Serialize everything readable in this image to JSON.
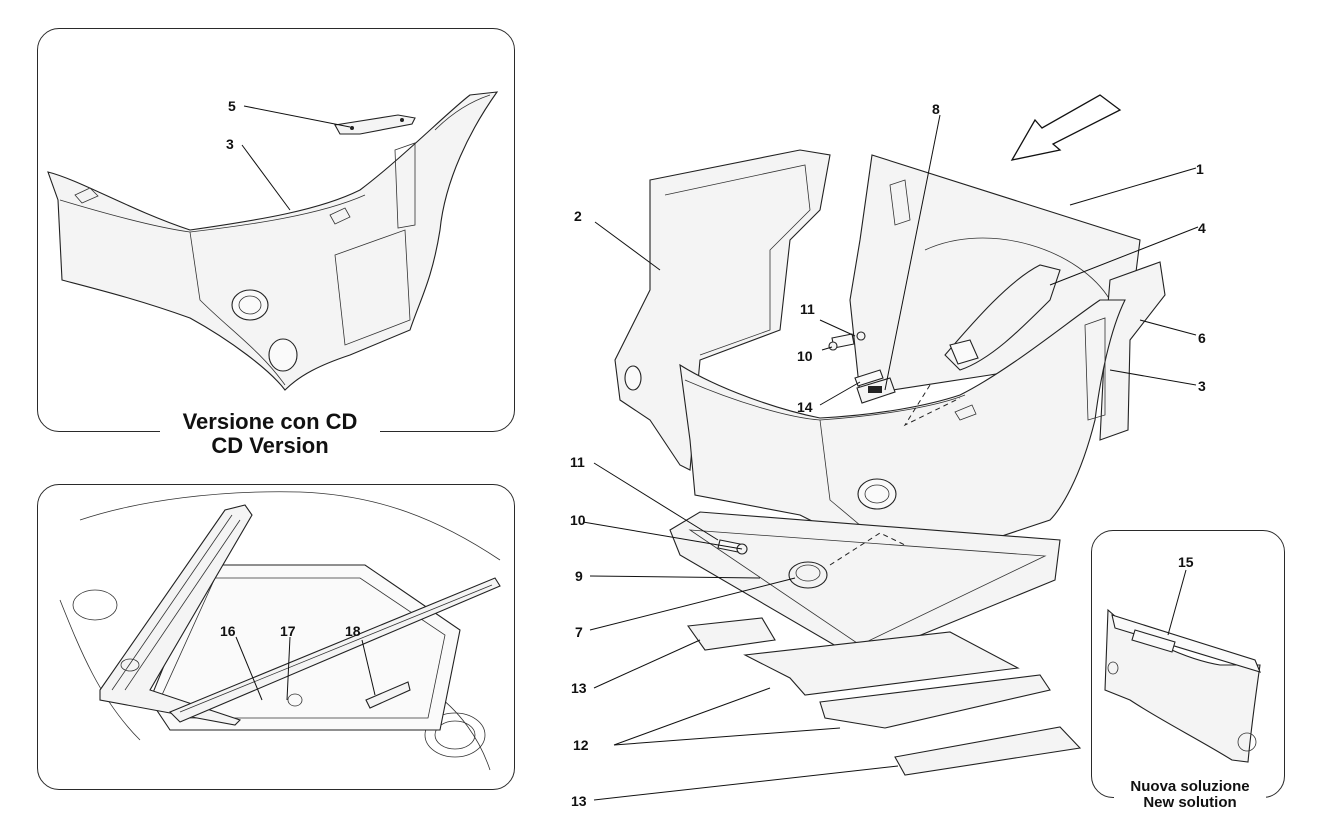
{
  "captions": {
    "cd_version_it": "Versione con CD",
    "cd_version_en": "CD Version",
    "new_solution_it": "Nuova soluzione",
    "new_solution_en": "New solution"
  },
  "callouts": {
    "c1": "1",
    "c2": "2",
    "c3_main": "3",
    "c3_inset": "3",
    "c4": "4",
    "c5": "5",
    "c6": "6",
    "c7": "7",
    "c8": "8",
    "c9": "9",
    "c10_top": "10",
    "c10_bottom": "10",
    "c11_top": "11",
    "c11_bottom": "11",
    "c12": "12",
    "c13_top": "13",
    "c13_bottom": "13",
    "c14": "14",
    "c15": "15",
    "c16": "16",
    "c17": "17",
    "c18": "18"
  }
}
